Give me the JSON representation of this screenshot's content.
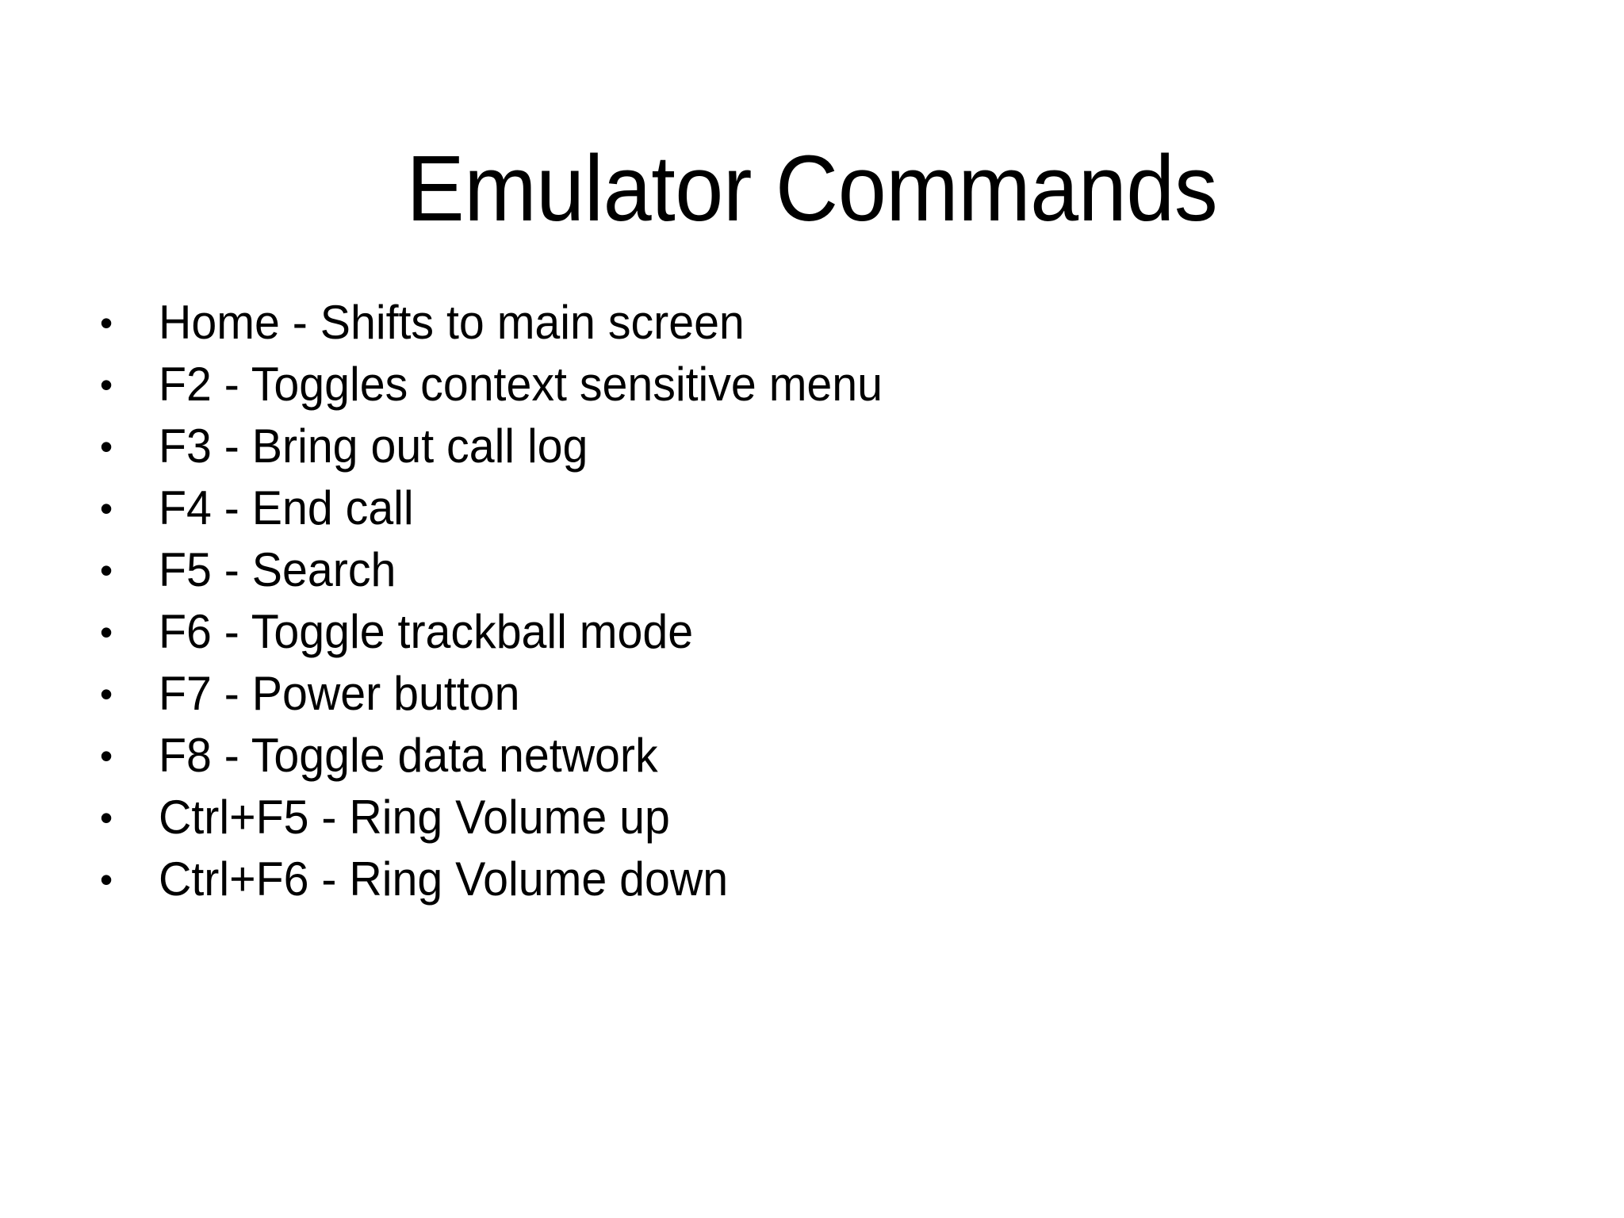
{
  "slide": {
    "title": "Emulator Commands",
    "background_color": "#FFFFFF",
    "text_color": "#000000",
    "bullet_glyph": "•",
    "bullets": [
      {
        "label": "Home - Shifts to main screen"
      },
      {
        "label": "F2 - Toggles context sensitive menu"
      },
      {
        "label": "F3 - Bring out call log"
      },
      {
        "label": "F4 - End call"
      },
      {
        "label": "F5 - Search"
      },
      {
        "label": "F6 - Toggle trackball mode"
      },
      {
        "label": "F7 - Power button"
      },
      {
        "label": "F8 - Toggle data network"
      },
      {
        "label": "Ctrl+F5 - Ring Volume up"
      },
      {
        "label": "Ctrl+F6 - Ring Volume down"
      }
    ]
  }
}
